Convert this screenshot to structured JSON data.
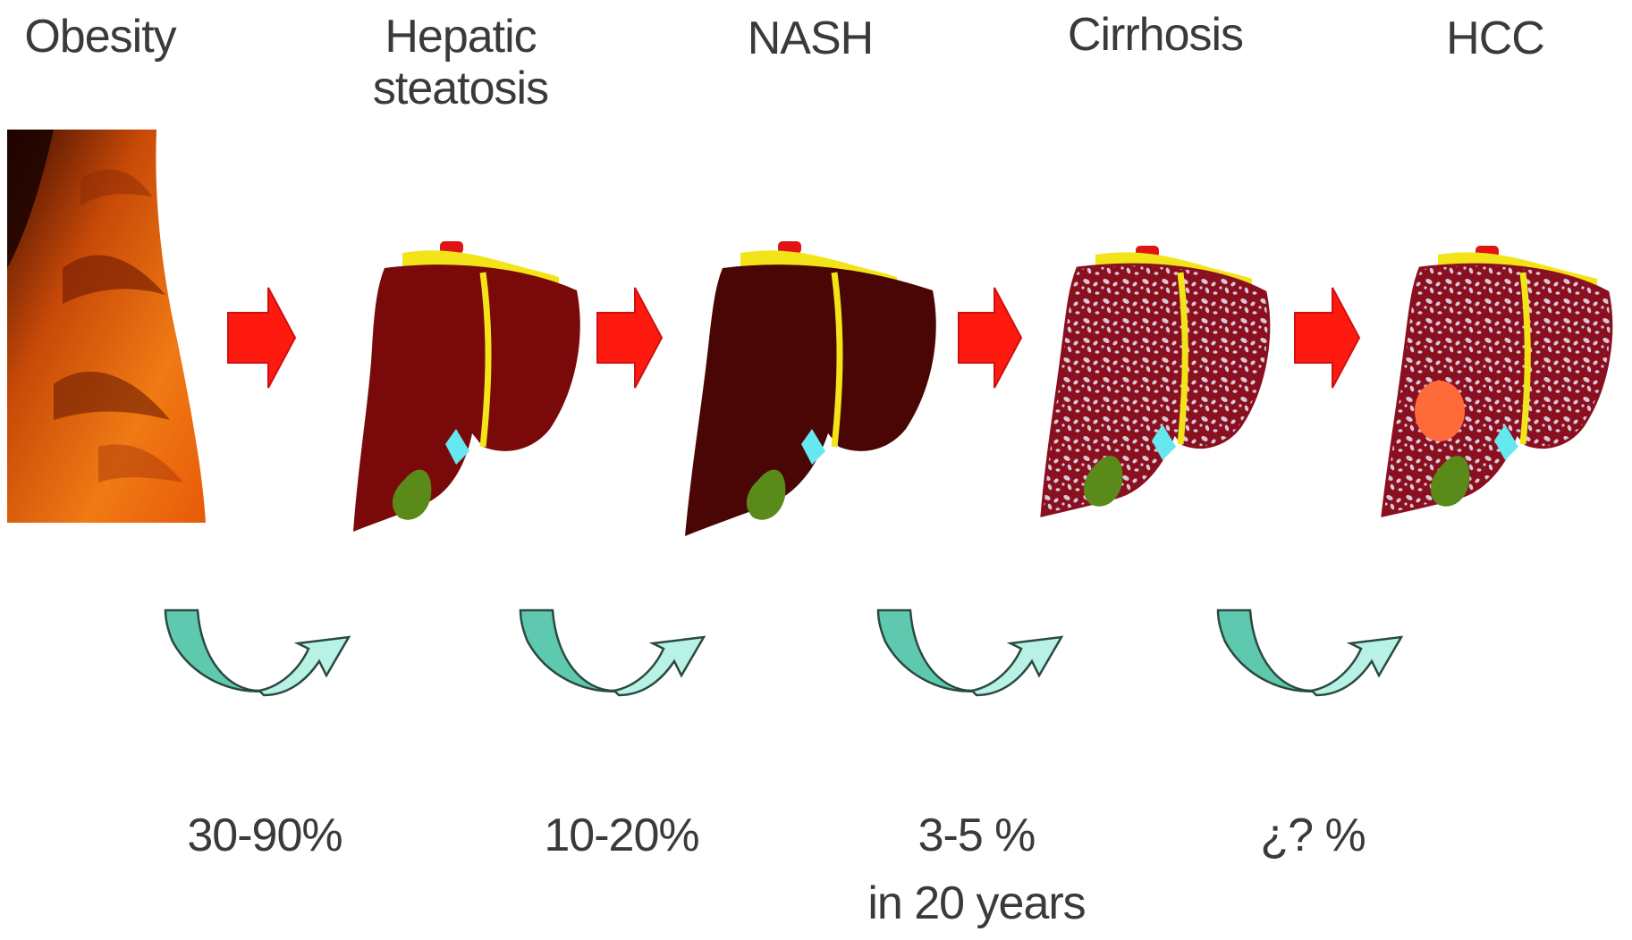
{
  "stages": [
    {
      "id": "obesity",
      "title": [
        "Obesity"
      ]
    },
    {
      "id": "steatosis",
      "title": [
        "Hepatic",
        "steatosis"
      ]
    },
    {
      "id": "nash",
      "title": [
        "NASH"
      ]
    },
    {
      "id": "cirrhosis",
      "title": [
        "Cirrhosis"
      ]
    },
    {
      "id": "hcc",
      "title": [
        "HCC"
      ]
    }
  ],
  "transitions": [
    {
      "rate": [
        "30-90%"
      ]
    },
    {
      "rate": [
        "10-20%"
      ]
    },
    {
      "rate": [
        "3-5 %",
        "in 20 years"
      ]
    },
    {
      "rate": [
        "¿? %"
      ]
    }
  ],
  "colors": {
    "text": "#3a3a3a",
    "progression_arrow": "#ff1a10",
    "cycle_arrow_left": "#5fc9b0",
    "cycle_arrow_right": "#b8f2e6",
    "liver_steatosis": "#7a0a0a",
    "liver_nash": "#4a0505",
    "liver_fibrotic": "#8a1020",
    "liver_fibrosis_pattern": "#d8c8d8",
    "ligament_yellow": "#f2e418",
    "gallbladder": "#5a8a1a",
    "bile_duct": "#66e8f0",
    "vessel_red": "#e01414",
    "tumor": "#ff6a3a",
    "obesity_photo": "#e86a10"
  },
  "icons": [
    "obesity-photo",
    "liver-steatosis",
    "liver-nash",
    "liver-cirrhosis",
    "liver-hcc",
    "progression-arrow",
    "reversible-cycle-arrow"
  ]
}
